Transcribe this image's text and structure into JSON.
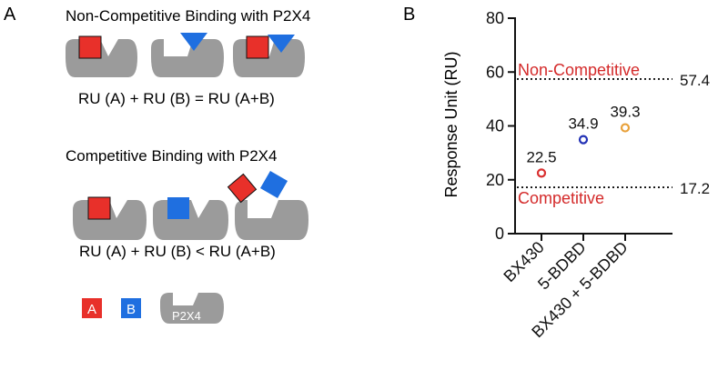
{
  "panel_a": {
    "label": "A",
    "noncomp_title": "Non-Competitive Binding with P2X4",
    "noncomp_equation": "RU (A) + RU (B) = RU (A+B)",
    "comp_title": "Competitive Binding with P2X4",
    "comp_equation": "RU (A) + RU (B) < RU (A+B)",
    "legend": {
      "a": "A",
      "b": "B",
      "receptor": "P2X4"
    },
    "colors": {
      "a": "#e8302a",
      "b": "#1f6fe0",
      "receptor": "#9b9b9b"
    }
  },
  "panel_b": {
    "label": "B"
  },
  "chart_data": {
    "type": "scatter",
    "ylabel": "Response Unit (RU)",
    "ylim": [
      0,
      80
    ],
    "yticks": [
      0,
      20,
      40,
      60,
      80
    ],
    "categories": [
      "BX430",
      "5-BDBD",
      "BX430 + 5-BDBD"
    ],
    "values": [
      22.5,
      34.9,
      39.3
    ],
    "value_labels": [
      "22.5",
      "34.9",
      "39.3"
    ],
    "point_colors": [
      "#d93030",
      "#2231b5",
      "#e8a13a"
    ],
    "reference_lines": [
      {
        "label": "Non-Competitive",
        "value": 57.4,
        "value_label": "57.4"
      },
      {
        "label": "Competitive",
        "value": 17.2,
        "value_label": "17.2"
      }
    ],
    "reference_label_color": "#d42a2a"
  }
}
